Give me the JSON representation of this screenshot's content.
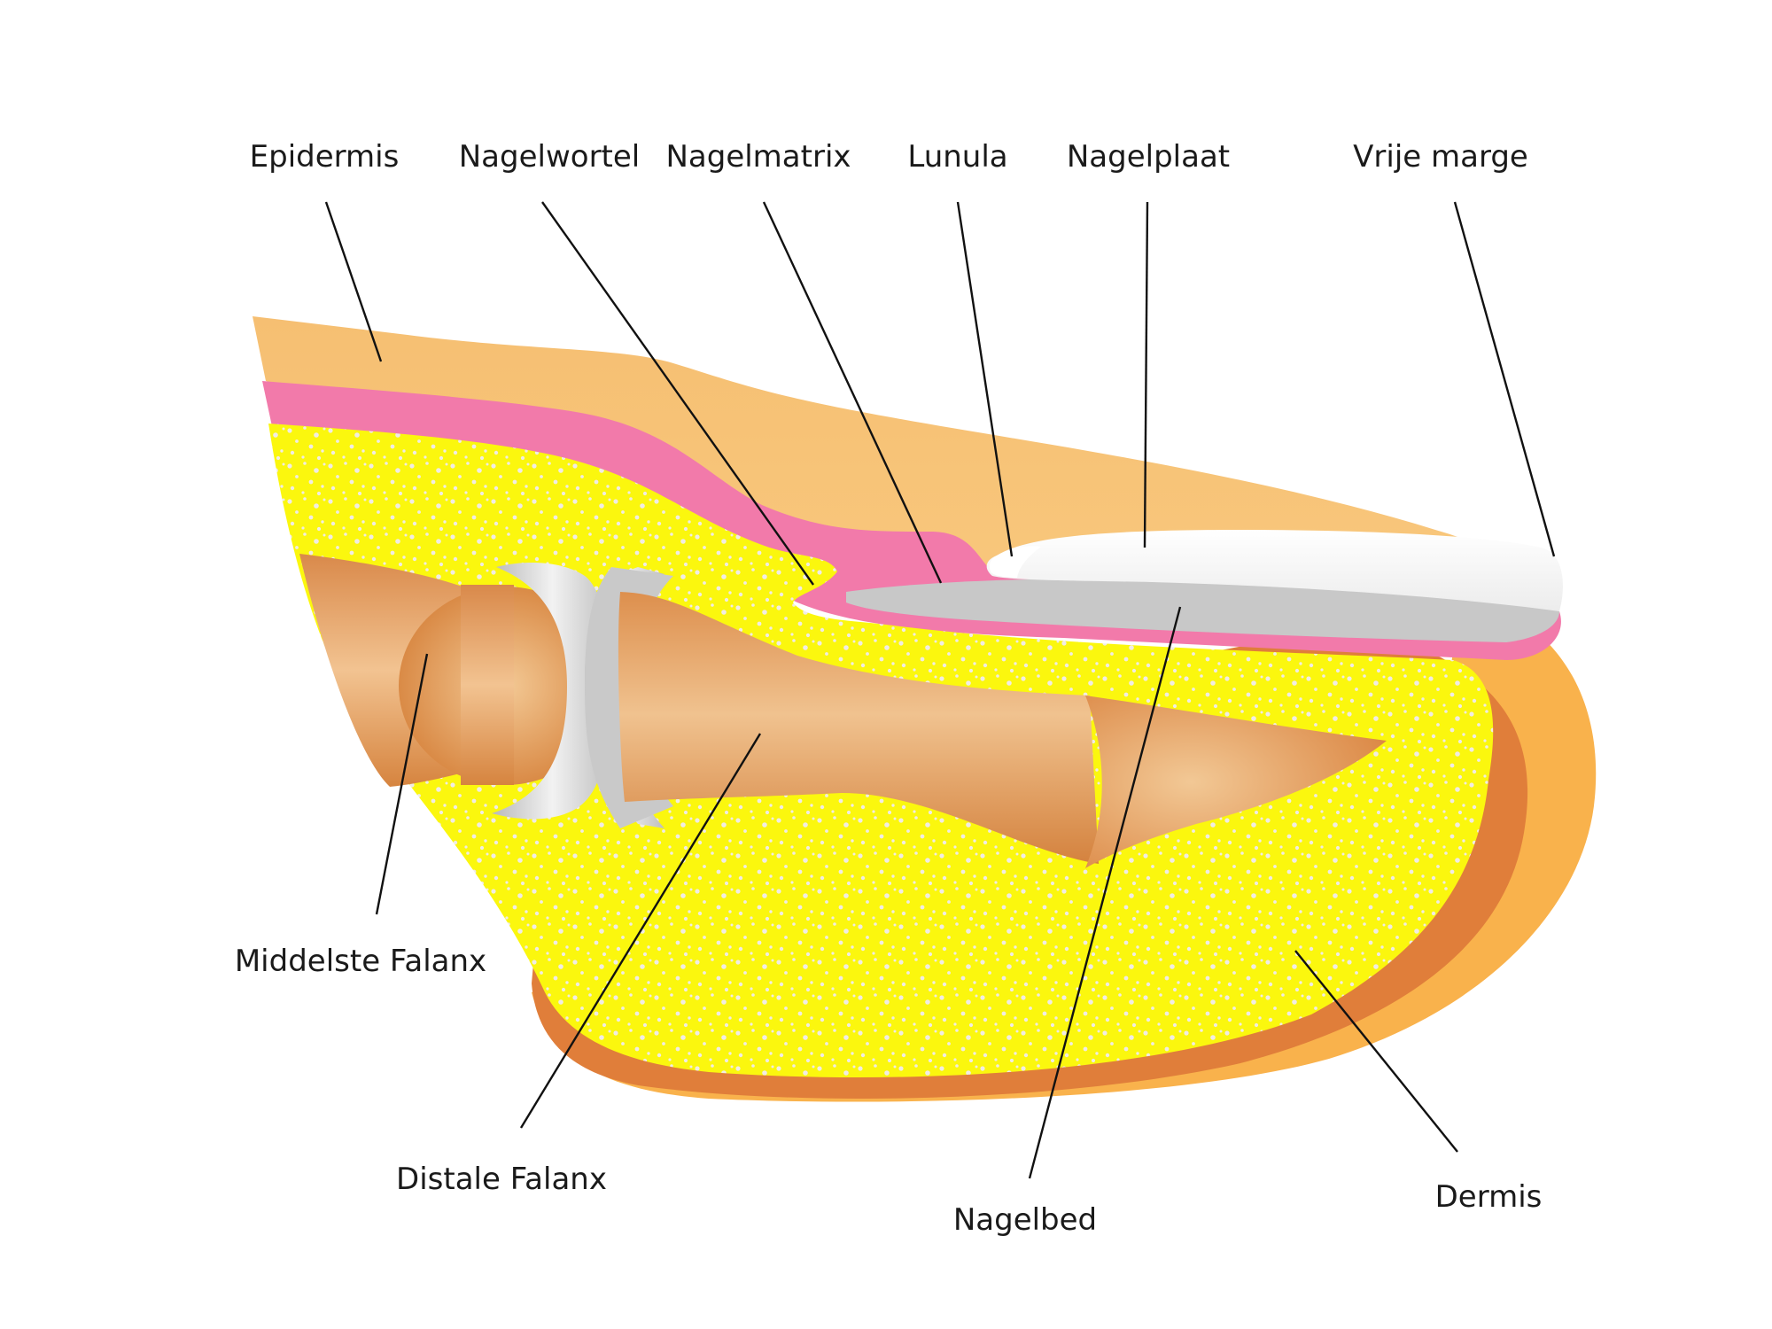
{
  "colors": {
    "background": "#ffffff",
    "epidermis": "#f5b865",
    "epidermis_light": "#f8cf86",
    "outer_rim": "#f9b24c",
    "dermis_rim": "#e07e3a",
    "pink_layer": "#f27aaa",
    "fat_tissue": "#fbf70e",
    "fat_dots": "#f1ece4",
    "bone_light": "#f2c390",
    "bone_dark": "#d98a47",
    "cartilage": "#c9c9c9",
    "nail_plate": "#f3f3f3",
    "nail_bed": "#c8c8c8",
    "leader_line": "#111111",
    "label_text": "#1a1a1a"
  },
  "labels": {
    "epidermis": "Epidermis",
    "nagelwortel": "Nagelwortel",
    "nagelmatrix": "Nagelmatrix",
    "lunula": "Lunula",
    "nagelplaat": "Nagelplaat",
    "vrije_marge": "Vrije marge",
    "middelste_falanx": "Middelste Falanx",
    "distale_falanx": "Distale Falanx",
    "nagelbed": "Nagelbed",
    "dermis": "Dermis"
  }
}
